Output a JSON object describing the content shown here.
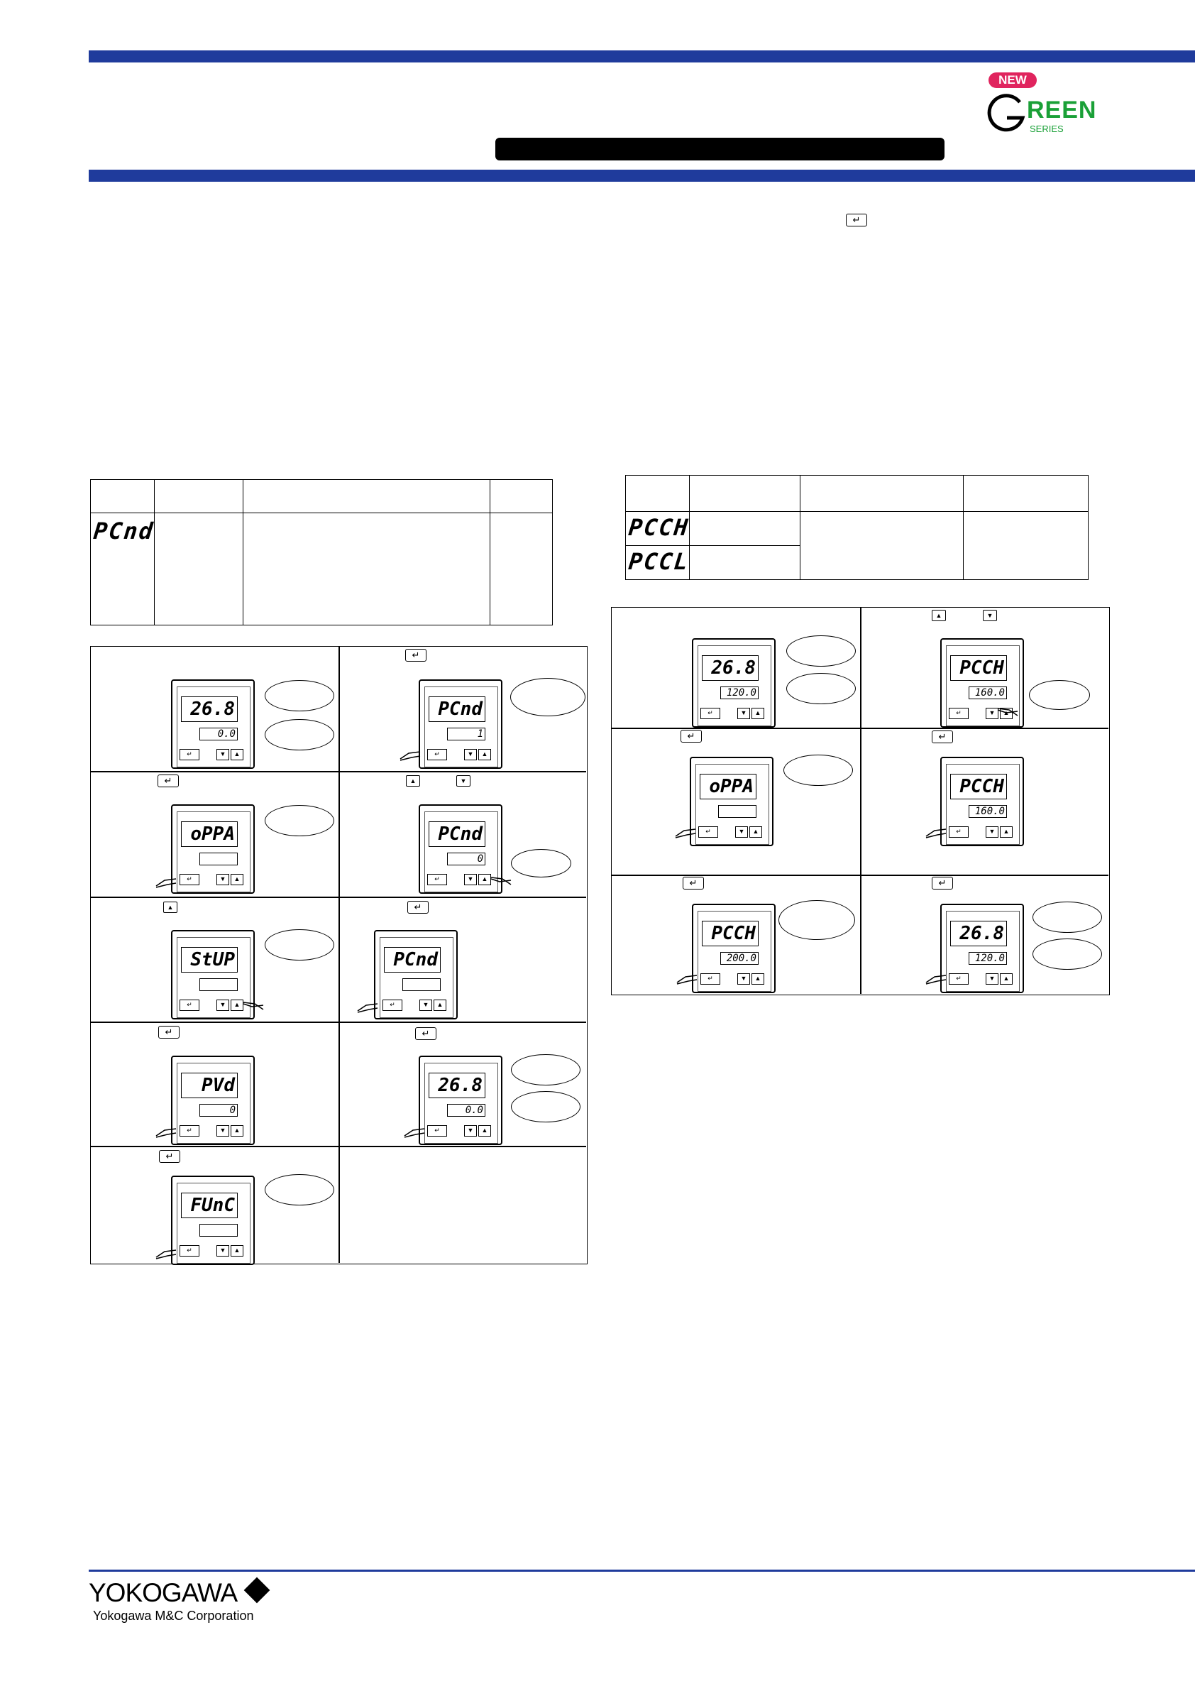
{
  "header": {
    "logo_new_label": "NEW",
    "logo_green_label": "REEN",
    "logo_series_label": "SERIES",
    "accent_color": "#1f3b9c",
    "logo_green_color": "#1aa037",
    "logo_badge_color": "#e0245e"
  },
  "table_left": {
    "param_symbol": "PCnd"
  },
  "table_right": {
    "param_symbol_1": "PCCH",
    "param_symbol_2": "PCCL"
  },
  "left_steps": [
    {
      "pv": "26.8",
      "sv": "0.0"
    },
    {
      "pv": "PCnd",
      "sv": "1"
    },
    {
      "pv": "oPPA",
      "sv": ""
    },
    {
      "pv": "PCnd",
      "sv": "0"
    },
    {
      "pv": "StUP",
      "sv": ""
    },
    {
      "pv": "PCnd",
      "sv": ""
    },
    {
      "pv": "PVd",
      "sv": "0"
    },
    {
      "pv": "26.8",
      "sv": "0.0"
    },
    {
      "pv": "FUnC",
      "sv": ""
    }
  ],
  "right_steps": [
    {
      "pv": "26.8",
      "sv": "120.0"
    },
    {
      "pv": "PCCH",
      "sv": "160.0"
    },
    {
      "pv": "oPPA",
      "sv": ""
    },
    {
      "pv": "PCCH",
      "sv": "160.0"
    },
    {
      "pv": "PCCH",
      "sv": "200.0"
    },
    {
      "pv": "26.8",
      "sv": "120.0"
    }
  ],
  "footer": {
    "brand": "YOKOGAWA",
    "company": "Yokogawa M&C Corporation"
  }
}
